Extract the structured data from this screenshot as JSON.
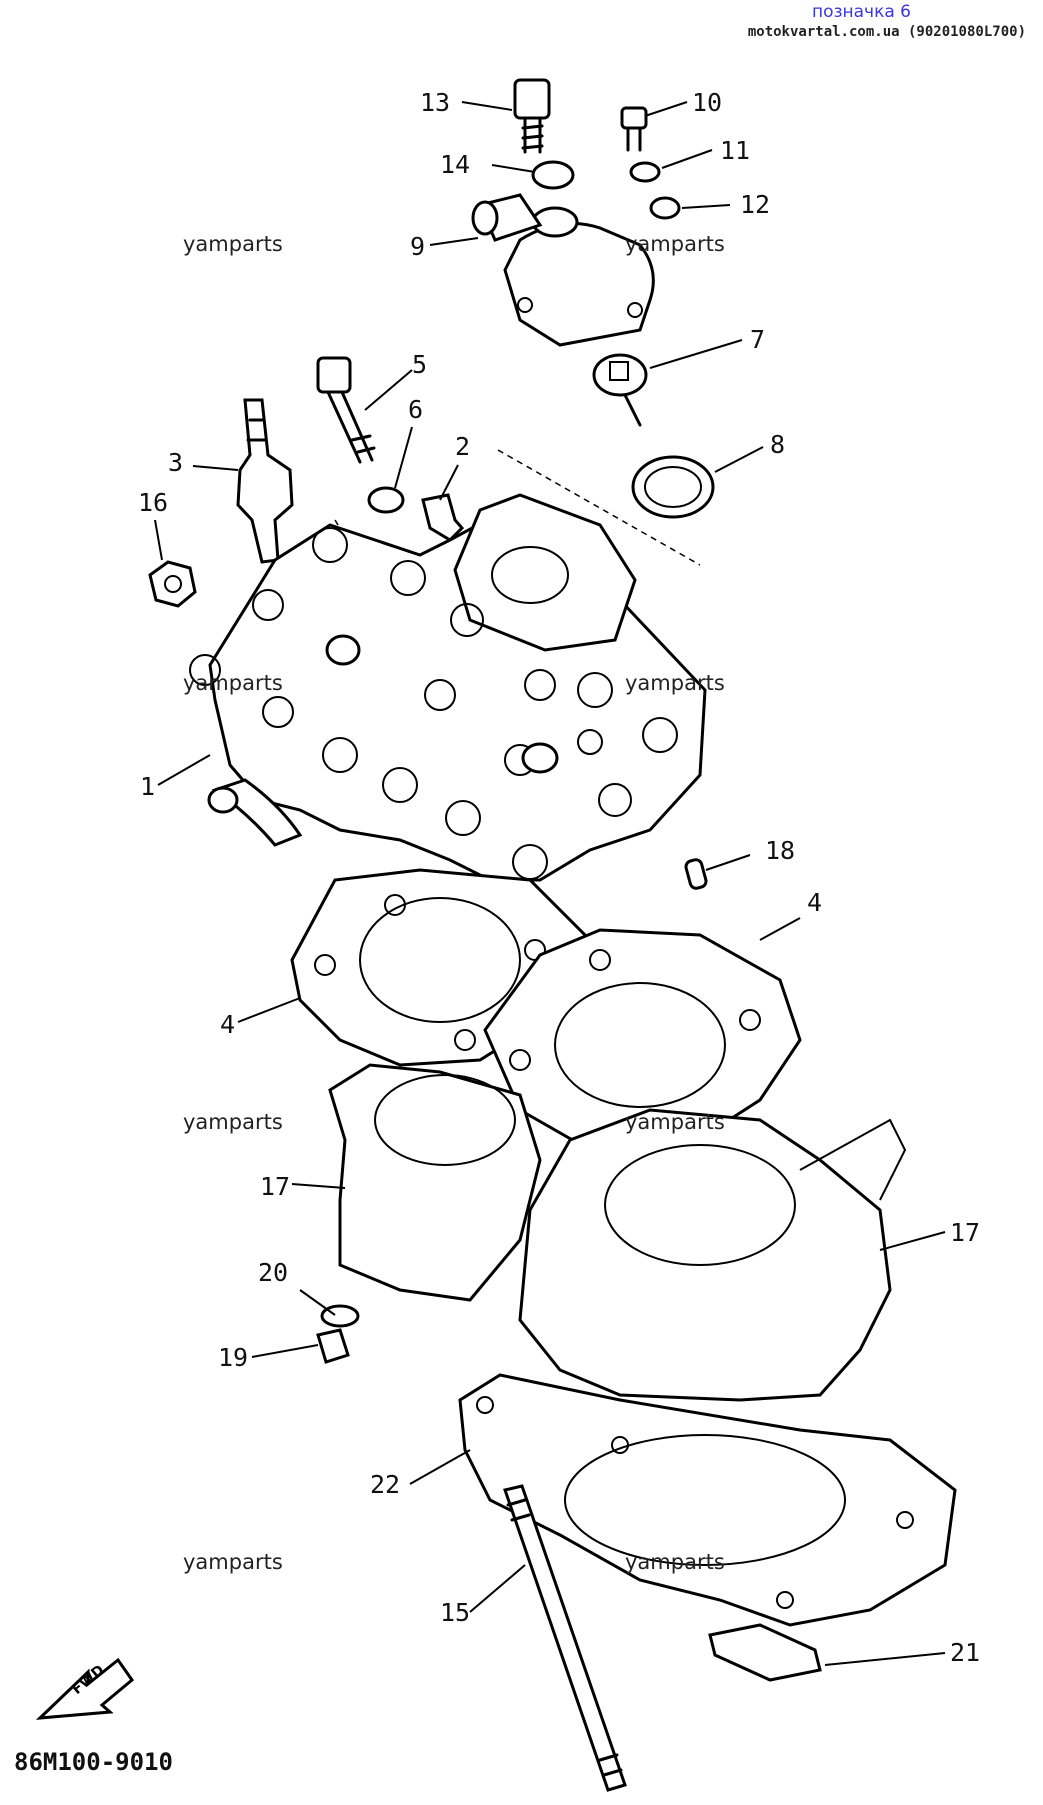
{
  "header": {
    "link": "позначка 6",
    "source": "motokvartal.com.ua (90201080L700)"
  },
  "watermark": "yamparts",
  "callouts": {
    "c1": "1",
    "c2": "2",
    "c3": "3",
    "c4a": "4",
    "c4b": "4",
    "c5": "5",
    "c6": "6",
    "c7": "7",
    "c8": "8",
    "c9": "9",
    "c10": "10",
    "c11": "11",
    "c12": "12",
    "c13": "13",
    "c14": "14",
    "c15": "15",
    "c16": "16",
    "c17a": "17",
    "c17b": "17",
    "c18": "18",
    "c19": "19",
    "c20": "20",
    "c21": "21",
    "c22": "22"
  },
  "fwd_label": "FWD",
  "diagram_code": "86M100-9010",
  "colors": {
    "line": "#000000",
    "link": "#3a36e0"
  }
}
